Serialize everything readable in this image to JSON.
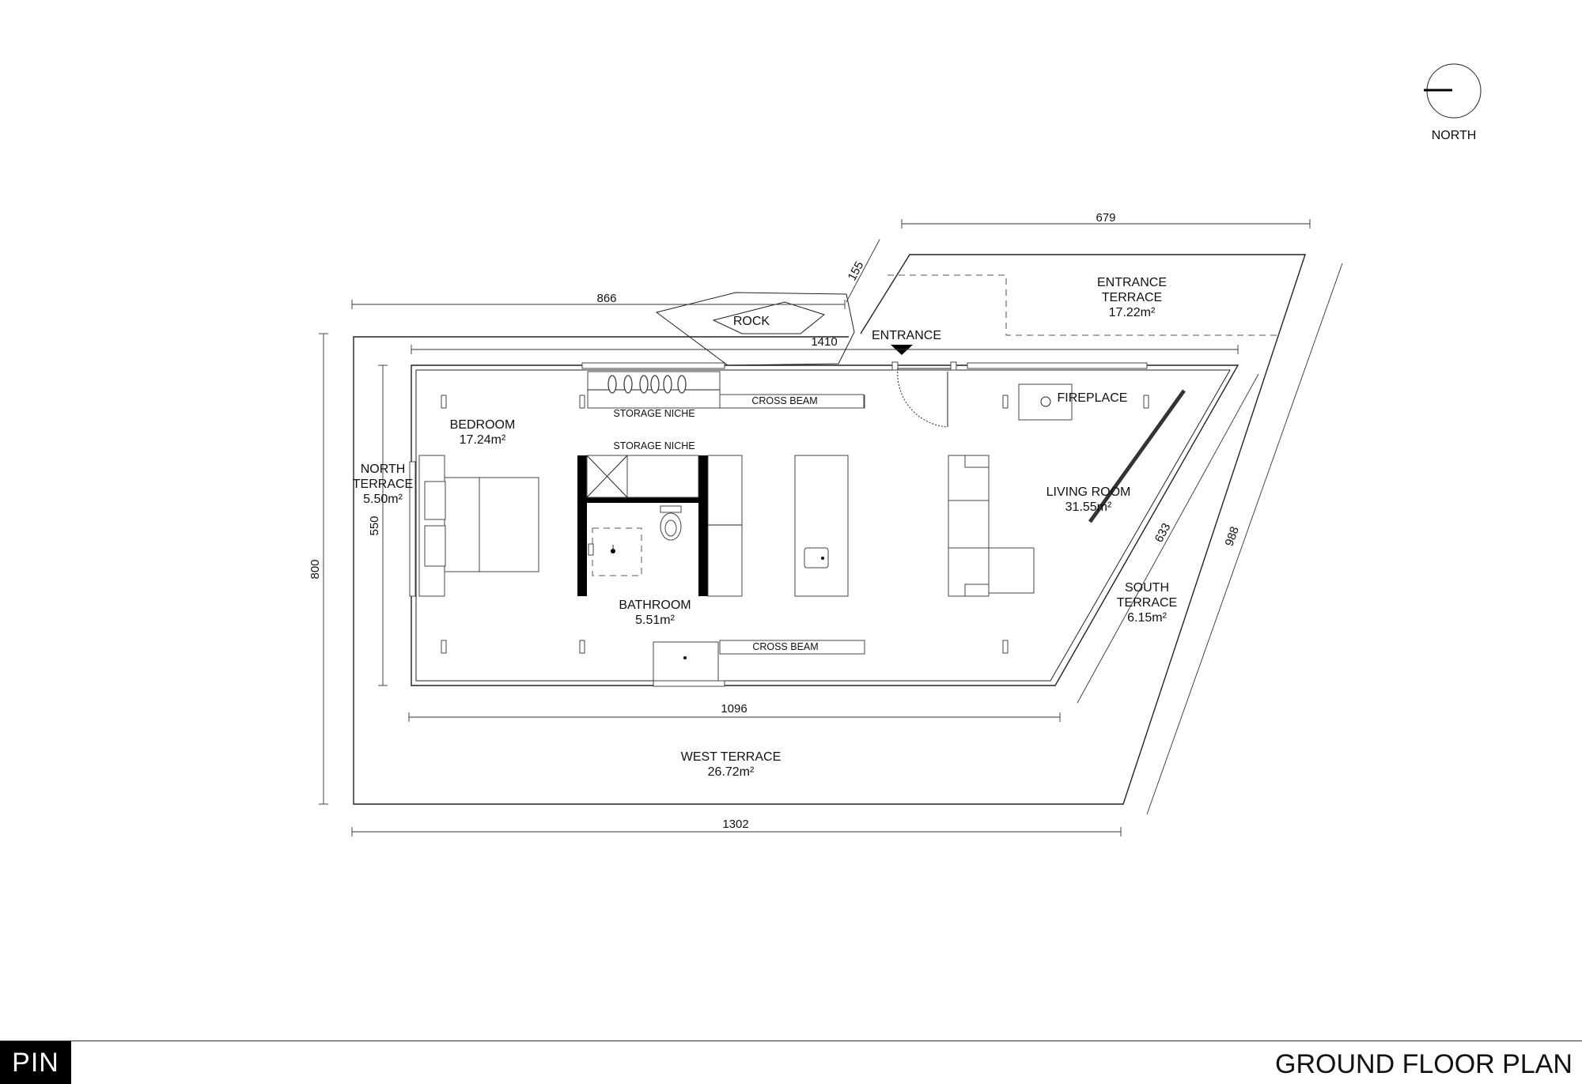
{
  "north": {
    "label": "NORTH"
  },
  "rooms": {
    "entrance_terrace": {
      "name_line1": "ENTRANCE",
      "name_line2": "TERRACE",
      "area": "17.22m²"
    },
    "bedroom": {
      "name": "BEDROOM",
      "area": "17.24m²"
    },
    "north_terrace": {
      "name_line1": "NORTH",
      "name_line2": "TERRACE",
      "area": "5.50m²"
    },
    "bathroom": {
      "name": "BATHROOM",
      "area": "5.51m²"
    },
    "living_room": {
      "name": "LIVING ROOM",
      "area": "31.55m²"
    },
    "south_terrace": {
      "name_line1": "SOUTH",
      "name_line2": "TERRACE",
      "area": "6.15m²"
    },
    "west_terrace": {
      "name": "WEST TERRACE",
      "area": "26.72m²"
    }
  },
  "labels": {
    "rock": "ROCK",
    "entrance": "ENTRANCE",
    "fireplace": "FIREPLACE",
    "storage_niche_top": "STORAGE NICHE",
    "storage_niche_mid": "STORAGE NICHE",
    "cross_beam_top": "CROSS BEAM",
    "cross_beam_bottom": "CROSS BEAM"
  },
  "dimensions": {
    "top_right": "679",
    "diagonal_small": "155",
    "top_left": "866",
    "inner_top": "1410",
    "inner_left": "550",
    "outer_left": "800",
    "inner_bottom": "1096",
    "outer_bottom": "1302",
    "diagonal_inner": "633",
    "diagonal_outer": "988"
  },
  "footer": {
    "brand": "PIN",
    "title": "GROUND FLOOR PLAN"
  }
}
